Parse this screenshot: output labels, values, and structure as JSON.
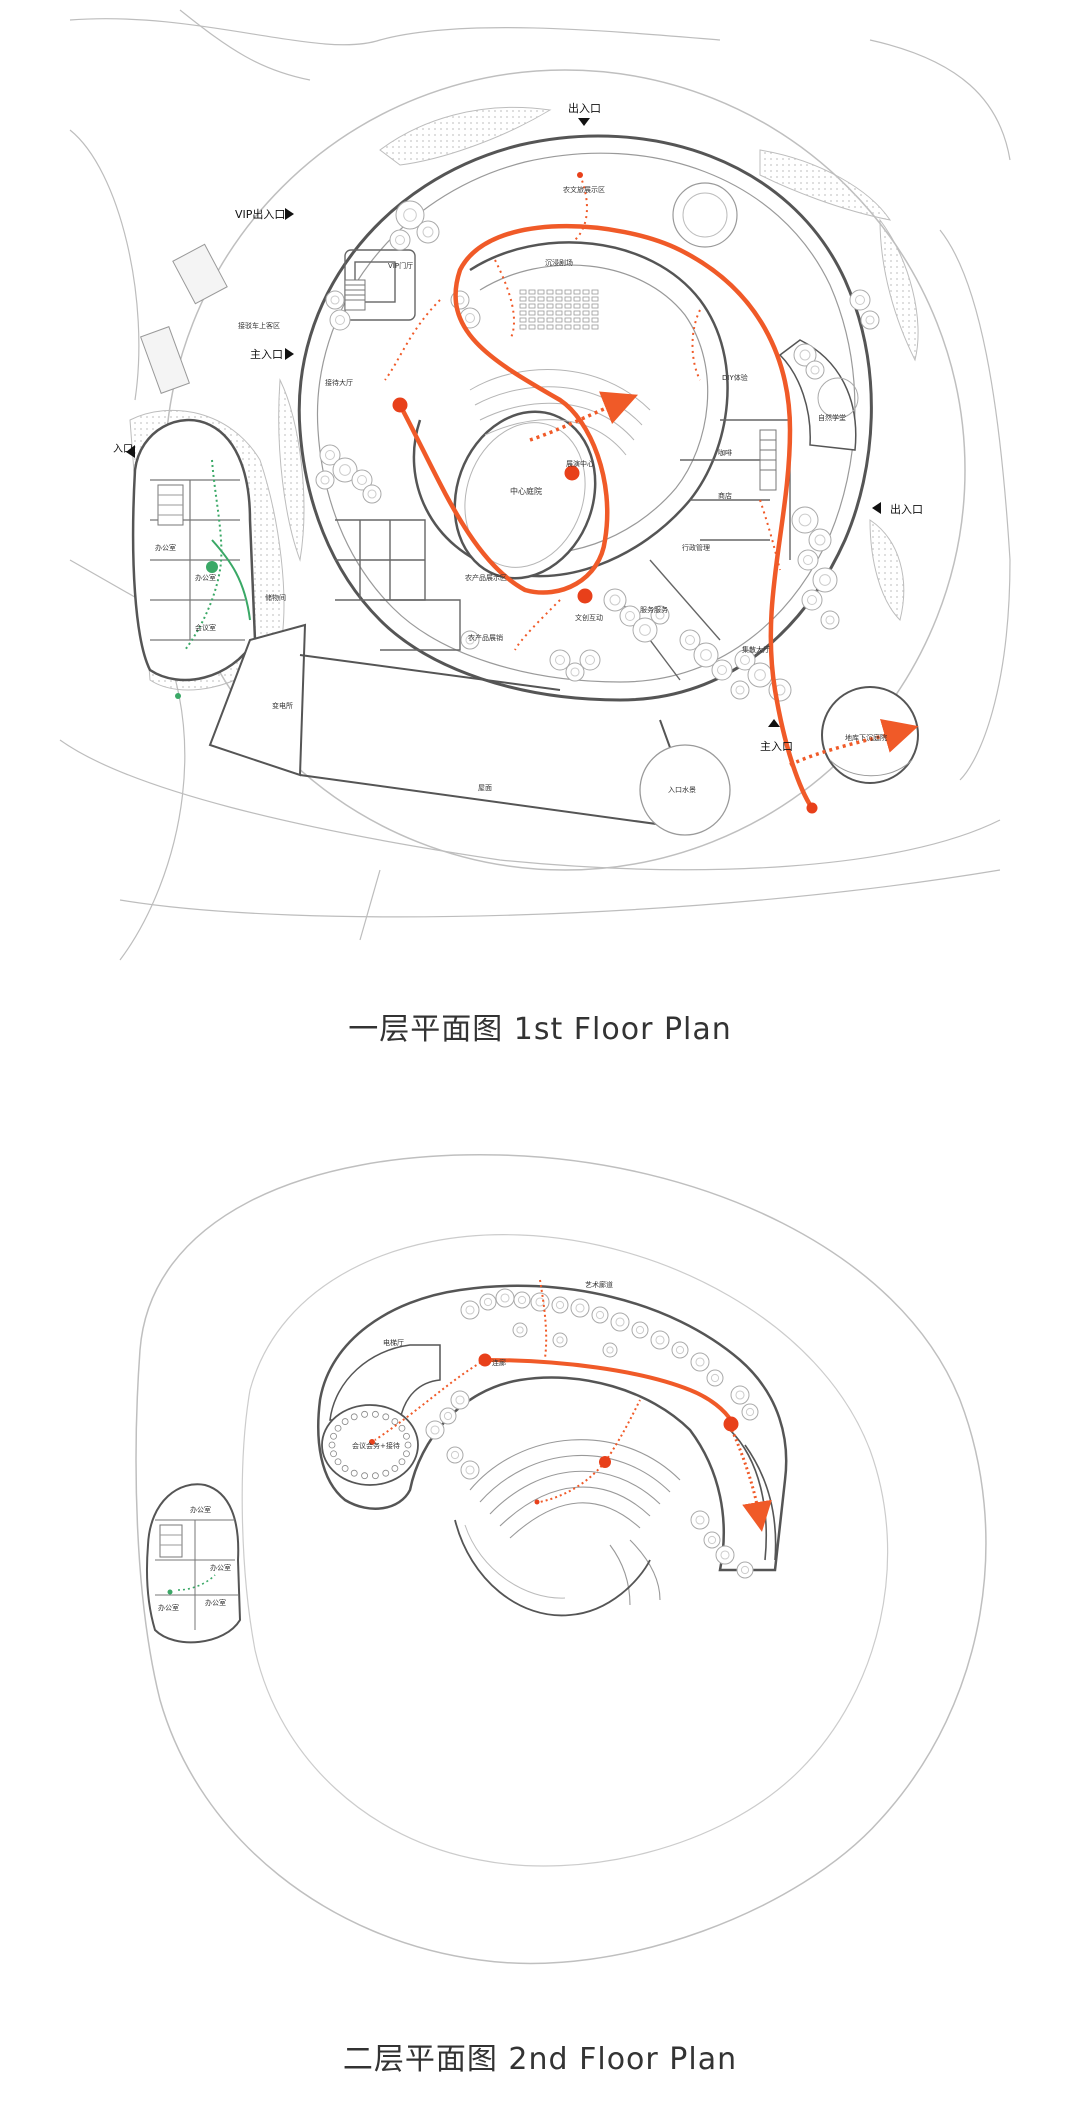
{
  "floor1": {
    "caption": "一层平面图  1st Floor Plan",
    "entrances": {
      "top": "出入口",
      "vip": "VIP出入口",
      "main_left": "主入口",
      "left": "入口",
      "right": "出入口",
      "main_bottom": "主入口"
    },
    "rooms": {
      "central_courtyard": "中心庭院",
      "performance_center": "展演中心",
      "theater": "沉浸剧场",
      "nature_classroom": "自然学堂",
      "main_hall": "集散大厅",
      "reception_hall": "接待大厅",
      "cultural_zone": "农文旅展示区",
      "transformer_room": "变电所",
      "roof": "屋面",
      "entry_pool": "入口水景",
      "sunken_court": "地库下沉庭院",
      "office": "办公室",
      "meeting": "会议室",
      "vip_hall": "VIP门厅",
      "parking": "接驳车上客区",
      "storage": "储物间",
      "admin": "行政管理",
      "service": "服务服务",
      "exhibit": "农产品展示区",
      "product_display": "农产品展销",
      "cultural_activity": "文创互动",
      "hall2": "DIY体验",
      "cafe": "咖啡",
      "shop": "商店"
    }
  },
  "floor2": {
    "caption": "二层平面图  2nd Floor Plan",
    "rooms": {
      "meeting_reception": "会议会务+接待",
      "elevator_hall": "电梯厅",
      "art_gallery": "艺术廊道",
      "office": "办公室",
      "corridor": "连廊"
    }
  },
  "colors": {
    "route": "#f05a28",
    "route_dot": "#e8401a",
    "office_route": "#3aa866",
    "line": "#9a9a9a",
    "wall": "#555555",
    "tree": "#cfcfcf",
    "hatch": "#d9d9d9"
  }
}
